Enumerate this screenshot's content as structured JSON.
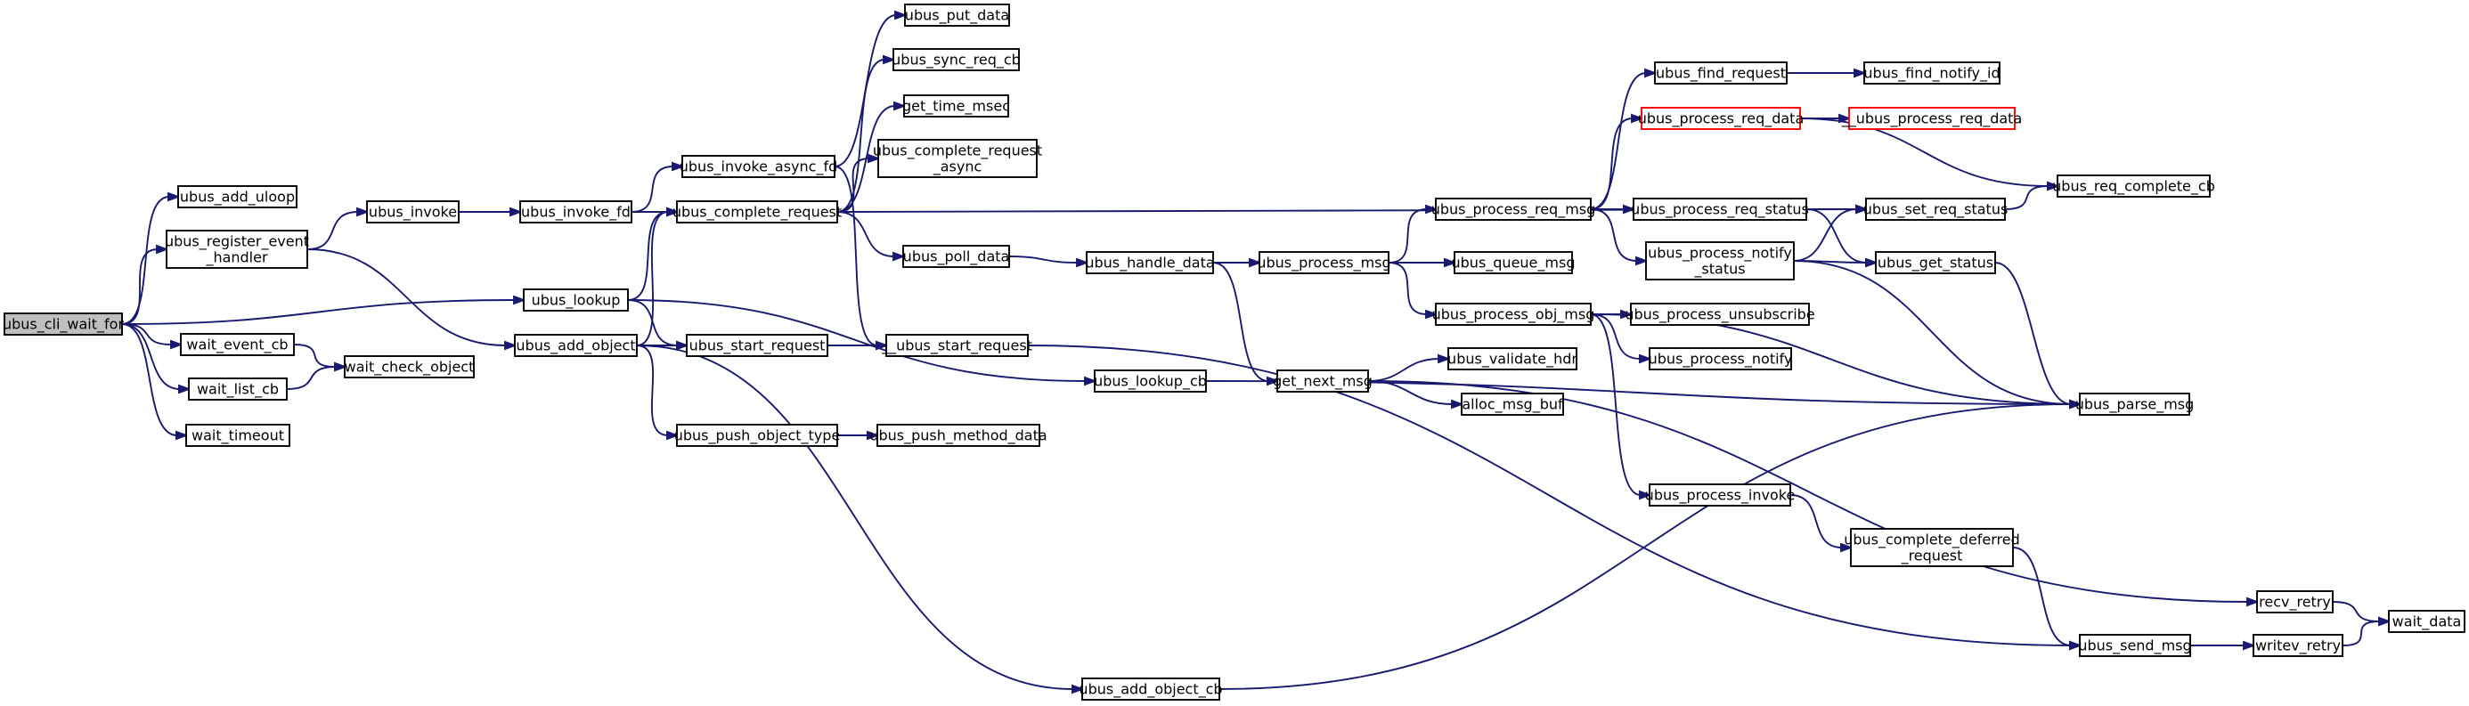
{
  "diagram": {
    "type": "call-graph",
    "colors": {
      "edge": "#191970",
      "root_fill": "#bfbfbf",
      "node_border": "#000000",
      "incomplete_border": "#ff0000"
    },
    "nodes": [
      {
        "id": "ubus_cli_wait_for",
        "lines": [
          "ubus_cli_wait_for"
        ]
      },
      {
        "id": "ubus_add_uloop",
        "lines": [
          "ubus_add_uloop"
        ]
      },
      {
        "id": "ubus_register_event_handler",
        "lines": [
          "ubus_register_event",
          "_handler"
        ]
      },
      {
        "id": "ubus_lookup",
        "lines": [
          "ubus_lookup"
        ]
      },
      {
        "id": "wait_event_cb",
        "lines": [
          "wait_event_cb"
        ]
      },
      {
        "id": "wait_list_cb",
        "lines": [
          "wait_list_cb"
        ]
      },
      {
        "id": "wait_timeout",
        "lines": [
          "wait_timeout"
        ]
      },
      {
        "id": "ubus_invoke",
        "lines": [
          "ubus_invoke"
        ]
      },
      {
        "id": "ubus_add_object",
        "lines": [
          "ubus_add_object"
        ]
      },
      {
        "id": "wait_check_object",
        "lines": [
          "wait_check_object"
        ]
      },
      {
        "id": "ubus_invoke_fd",
        "lines": [
          "ubus_invoke_fd"
        ]
      },
      {
        "id": "ubus_invoke_async_fd",
        "lines": [
          "ubus_invoke_async_fd"
        ]
      },
      {
        "id": "ubus_complete_request",
        "lines": [
          "ubus_complete_request"
        ]
      },
      {
        "id": "ubus_start_request",
        "lines": [
          "ubus_start_request"
        ]
      },
      {
        "id": "ubus_push_object_type",
        "lines": [
          "ubus_push_object_type"
        ]
      },
      {
        "id": "ubus_add_object_cb",
        "lines": [
          "ubus_add_object_cb"
        ]
      },
      {
        "id": "ubus_put_data",
        "lines": [
          "ubus_put_data"
        ]
      },
      {
        "id": "ubus_sync_req_cb",
        "lines": [
          "ubus_sync_req_cb"
        ]
      },
      {
        "id": "get_time_msec",
        "lines": [
          "get_time_msec"
        ]
      },
      {
        "id": "ubus_complete_request_async",
        "lines": [
          "ubus_complete_request",
          "_async"
        ]
      },
      {
        "id": "ubus_poll_data",
        "lines": [
          "ubus_poll_data"
        ]
      },
      {
        "id": "__ubus_start_request",
        "lines": [
          "__ubus_start_request"
        ]
      },
      {
        "id": "ubus_push_method_data",
        "lines": [
          "ubus_push_method_data"
        ]
      },
      {
        "id": "ubus_handle_data",
        "lines": [
          "ubus_handle_data"
        ]
      },
      {
        "id": "ubus_lookup_cb",
        "lines": [
          "ubus_lookup_cb"
        ]
      },
      {
        "id": "ubus_process_msg",
        "lines": [
          "ubus_process_msg"
        ]
      },
      {
        "id": "get_next_msg",
        "lines": [
          "get_next_msg"
        ]
      },
      {
        "id": "ubus_process_req_msg",
        "lines": [
          "ubus_process_req_msg"
        ]
      },
      {
        "id": "ubus_queue_msg",
        "lines": [
          "ubus_queue_msg"
        ]
      },
      {
        "id": "ubus_process_obj_msg",
        "lines": [
          "ubus_process_obj_msg"
        ]
      },
      {
        "id": "ubus_validate_hdr",
        "lines": [
          "ubus_validate_hdr"
        ]
      },
      {
        "id": "alloc_msg_buf",
        "lines": [
          "alloc_msg_buf"
        ]
      },
      {
        "id": "ubus_find_request",
        "lines": [
          "ubus_find_request"
        ]
      },
      {
        "id": "ubus_process_req_data",
        "lines": [
          "ubus_process_req_data"
        ],
        "incomplete": true
      },
      {
        "id": "ubus_process_req_status",
        "lines": [
          "ubus_process_req_status"
        ]
      },
      {
        "id": "ubus_process_notify_status",
        "lines": [
          "ubus_process_notify",
          "_status"
        ]
      },
      {
        "id": "ubus_process_unsubscribe",
        "lines": [
          "ubus_process_unsubscribe"
        ]
      },
      {
        "id": "ubus_process_notify",
        "lines": [
          "ubus_process_notify"
        ]
      },
      {
        "id": "ubus_process_invoke",
        "lines": [
          "ubus_process_invoke"
        ]
      },
      {
        "id": "ubus_complete_deferred_request",
        "lines": [
          "ubus_complete_deferred",
          "_request"
        ]
      },
      {
        "id": "ubus_find_notify_id",
        "lines": [
          "ubus_find_notify_id"
        ]
      },
      {
        "id": "__ubus_process_req_data",
        "lines": [
          "__ubus_process_req_data"
        ],
        "incomplete": true
      },
      {
        "id": "ubus_set_req_status",
        "lines": [
          "ubus_set_req_status"
        ]
      },
      {
        "id": "ubus_get_status",
        "lines": [
          "ubus_get_status"
        ]
      },
      {
        "id": "ubus_parse_msg",
        "lines": [
          "ubus_parse_msg"
        ]
      },
      {
        "id": "ubus_req_complete_cb",
        "lines": [
          "ubus_req_complete_cb"
        ]
      },
      {
        "id": "recv_retry",
        "lines": [
          "recv_retry"
        ]
      },
      {
        "id": "ubus_send_msg",
        "lines": [
          "ubus_send_msg"
        ]
      },
      {
        "id": "writev_retry",
        "lines": [
          "writev_retry"
        ]
      },
      {
        "id": "wait_data",
        "lines": [
          "wait_data"
        ]
      }
    ],
    "edges": [
      [
        "ubus_cli_wait_for",
        "ubus_add_uloop"
      ],
      [
        "ubus_cli_wait_for",
        "ubus_register_event_handler"
      ],
      [
        "ubus_cli_wait_for",
        "ubus_lookup"
      ],
      [
        "ubus_cli_wait_for",
        "wait_event_cb"
      ],
      [
        "ubus_cli_wait_for",
        "wait_list_cb"
      ],
      [
        "ubus_cli_wait_for",
        "wait_timeout"
      ],
      [
        "ubus_register_event_handler",
        "ubus_invoke"
      ],
      [
        "ubus_register_event_handler",
        "ubus_add_object"
      ],
      [
        "ubus_invoke",
        "ubus_invoke_fd"
      ],
      [
        "ubus_invoke_fd",
        "ubus_invoke_async_fd"
      ],
      [
        "ubus_invoke_fd",
        "ubus_complete_request"
      ],
      [
        "ubus_invoke_async_fd",
        "ubus_put_data"
      ],
      [
        "ubus_invoke_async_fd",
        "__ubus_start_request"
      ],
      [
        "ubus_complete_request",
        "ubus_sync_req_cb"
      ],
      [
        "ubus_complete_request",
        "get_time_msec"
      ],
      [
        "ubus_complete_request",
        "ubus_complete_request_async"
      ],
      [
        "ubus_complete_request",
        "ubus_set_req_status"
      ],
      [
        "ubus_complete_request",
        "ubus_poll_data"
      ],
      [
        "ubus_poll_data",
        "ubus_handle_data"
      ],
      [
        "ubus_handle_data",
        "ubus_process_msg"
      ],
      [
        "ubus_handle_data",
        "get_next_msg"
      ],
      [
        "ubus_process_msg",
        "ubus_process_req_msg"
      ],
      [
        "ubus_process_msg",
        "ubus_queue_msg"
      ],
      [
        "ubus_process_msg",
        "ubus_process_obj_msg"
      ],
      [
        "ubus_process_req_msg",
        "ubus_find_request"
      ],
      [
        "ubus_process_req_msg",
        "ubus_process_req_data"
      ],
      [
        "ubus_process_req_msg",
        "ubus_process_req_status"
      ],
      [
        "ubus_process_req_msg",
        "ubus_process_notify_status"
      ],
      [
        "ubus_find_request",
        "ubus_find_notify_id"
      ],
      [
        "ubus_process_req_data",
        "__ubus_process_req_data"
      ],
      [
        "ubus_process_req_data",
        "ubus_req_complete_cb"
      ],
      [
        "ubus_process_req_status",
        "ubus_set_req_status"
      ],
      [
        "ubus_process_req_status",
        "ubus_get_status"
      ],
      [
        "ubus_process_notify_status",
        "ubus_set_req_status"
      ],
      [
        "ubus_process_notify_status",
        "ubus_get_status"
      ],
      [
        "ubus_process_notify_status",
        "ubus_parse_msg"
      ],
      [
        "ubus_set_req_status",
        "ubus_req_complete_cb"
      ],
      [
        "ubus_get_status",
        "ubus_parse_msg"
      ],
      [
        "ubus_process_obj_msg",
        "ubus_process_unsubscribe"
      ],
      [
        "ubus_process_obj_msg",
        "ubus_process_notify"
      ],
      [
        "ubus_process_obj_msg",
        "ubus_parse_msg"
      ],
      [
        "ubus_process_obj_msg",
        "ubus_process_invoke"
      ],
      [
        "ubus_process_invoke",
        "ubus_complete_deferred_request"
      ],
      [
        "ubus_complete_deferred_request",
        "ubus_send_msg"
      ],
      [
        "get_next_msg",
        "ubus_validate_hdr"
      ],
      [
        "get_next_msg",
        "alloc_msg_buf"
      ],
      [
        "get_next_msg",
        "recv_retry"
      ],
      [
        "recv_retry",
        "wait_data"
      ],
      [
        "ubus_send_msg",
        "writev_retry"
      ],
      [
        "writev_retry",
        "wait_data"
      ],
      [
        "ubus_lookup",
        "ubus_complete_request"
      ],
      [
        "ubus_lookup",
        "ubus_start_request"
      ],
      [
        "ubus_lookup",
        "ubus_lookup_cb"
      ],
      [
        "ubus_lookup_cb",
        "ubus_parse_msg"
      ],
      [
        "ubus_add_object",
        "ubus_complete_request"
      ],
      [
        "ubus_add_object",
        "ubus_start_request"
      ],
      [
        "ubus_add_object",
        "ubus_push_object_type"
      ],
      [
        "ubus_add_object",
        "ubus_add_object_cb"
      ],
      [
        "ubus_push_object_type",
        "ubus_push_method_data"
      ],
      [
        "ubus_add_object_cb",
        "ubus_parse_msg"
      ],
      [
        "ubus_start_request",
        "__ubus_start_request"
      ],
      [
        "__ubus_start_request",
        "ubus_send_msg"
      ],
      [
        "wait_event_cb",
        "wait_check_object"
      ],
      [
        "wait_list_cb",
        "wait_check_object"
      ]
    ]
  }
}
